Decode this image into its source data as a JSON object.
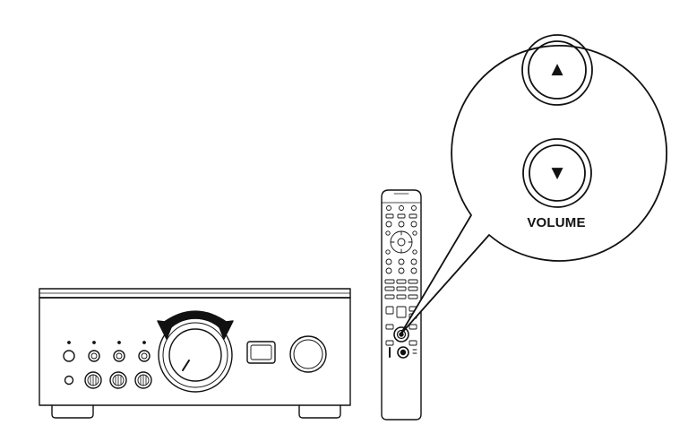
{
  "callout": {
    "label": "VOLUME",
    "up_symbol": "▲",
    "down_symbol": "▼"
  },
  "colors": {
    "line": "#111111",
    "background": "#ffffff"
  },
  "icons": [
    "amplifier",
    "volume-knob",
    "rotation-arrow",
    "remote-control",
    "volume-up-button",
    "volume-down-button"
  ]
}
